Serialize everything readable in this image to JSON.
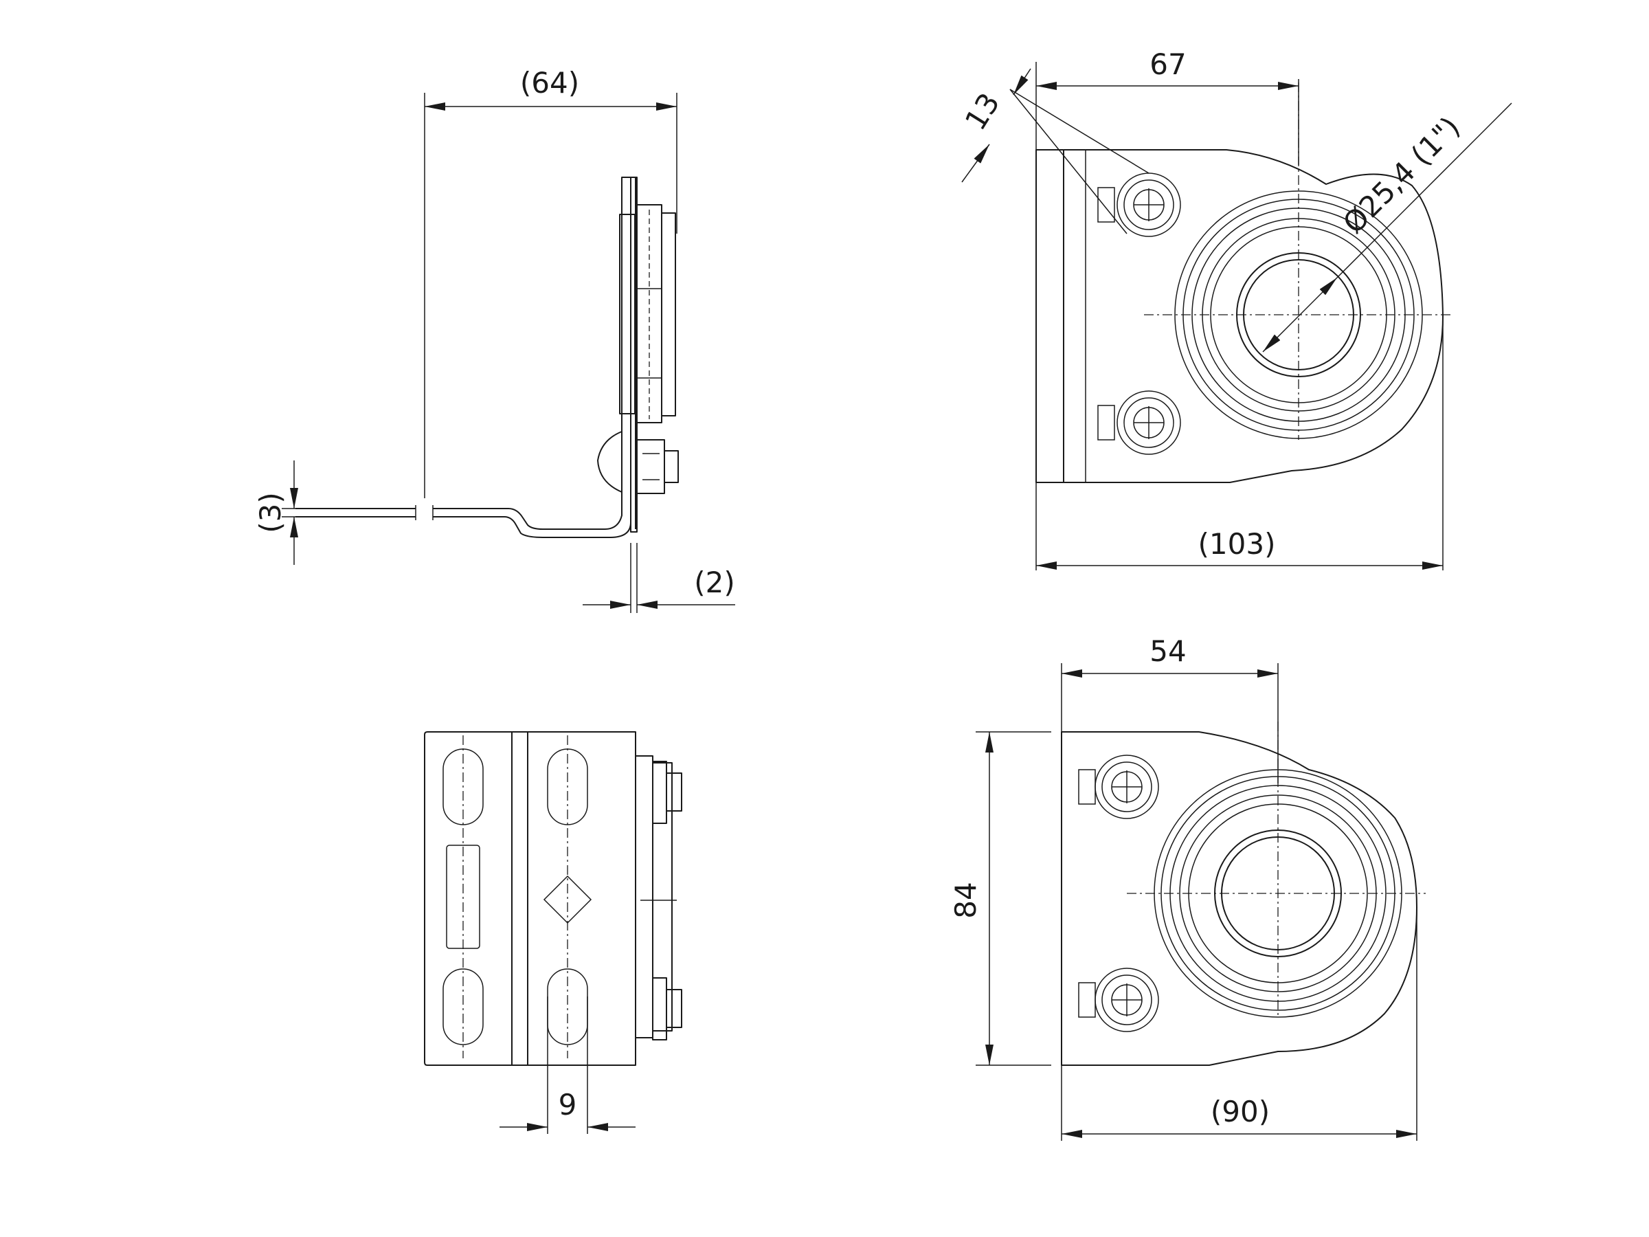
{
  "dimensions": {
    "side_view_width": "(64)",
    "side_view_thickness": "(3)",
    "side_view_plate_gap": "(2)",
    "front_view_hole_offset": "67",
    "front_view_slot_width": "13",
    "front_view_bore_diameter": "Ø25,4 (1\")",
    "front_view_overall_width": "(103)",
    "plan_view_hole_offset": "54",
    "plan_view_height": "84",
    "plan_view_overall_width": "(90)",
    "bottom_view_slot_width": "9"
  }
}
